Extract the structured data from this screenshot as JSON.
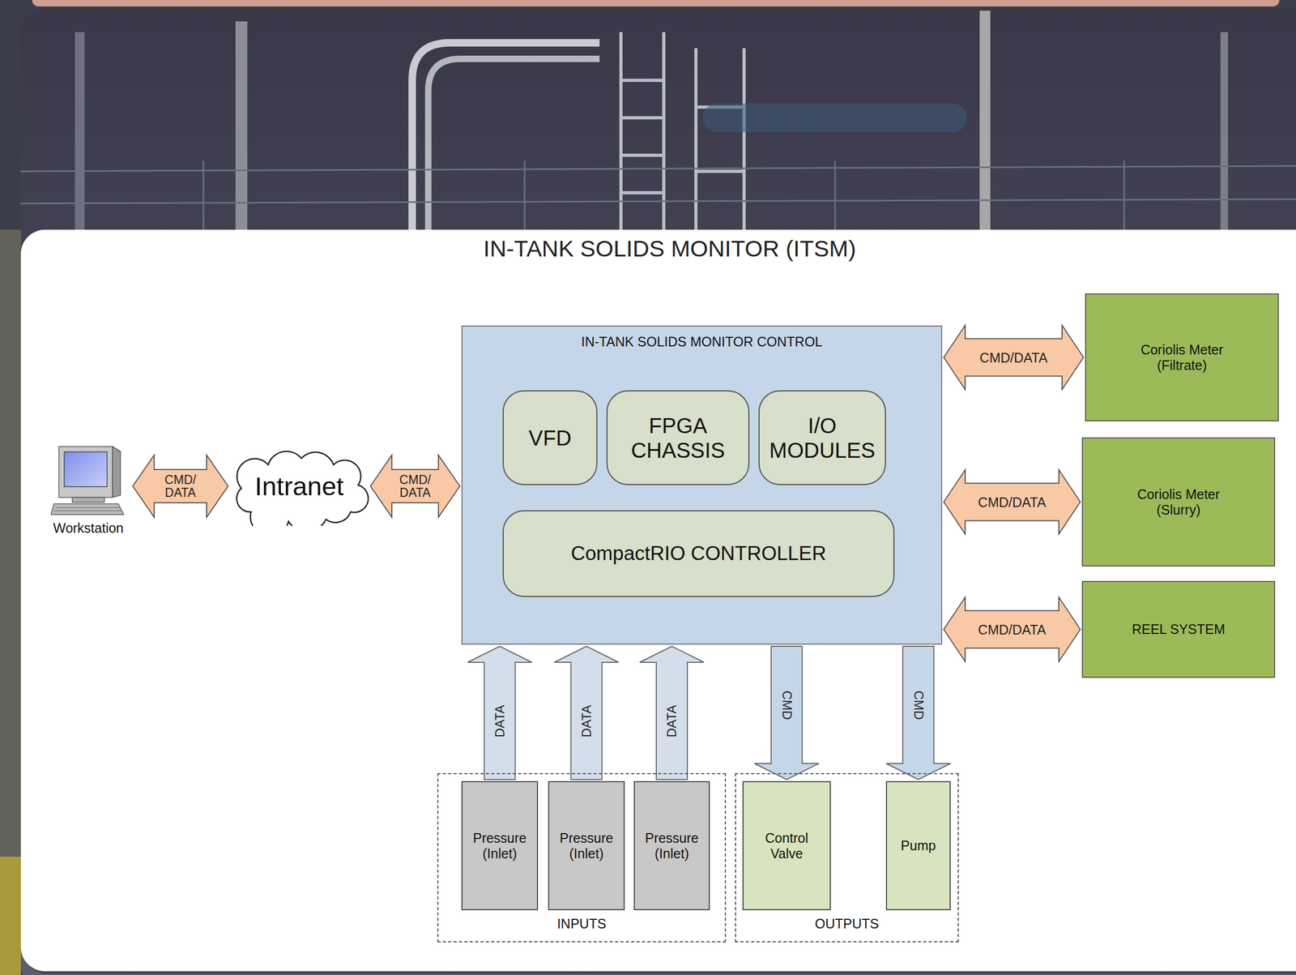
{
  "diagram": {
    "title": "IN-TANK SOLIDS MONITOR (ITSM)",
    "nodes": [
      {
        "text": [
          "Workstation"
        ]
      },
      {
        "text": [
          "Intranet"
        ]
      },
      {
        "text": [
          "IN-TANK SOLIDS MONITOR CONTROL"
        ]
      },
      {
        "text": [
          "VFD"
        ],
        "in": 2
      },
      {
        "text": [
          "FPGA CHASSIS"
        ],
        "in": 2
      },
      {
        "text": [
          "I/O MODULES"
        ],
        "in": 2
      },
      {
        "text": [
          "CompactRIO CONTROLLER"
        ],
        "in": 2
      },
      {
        "text": [
          "Coriolis Meter (Filtrate)"
        ]
      },
      {
        "text": [
          "Coriolis Meter (Slurry)"
        ]
      },
      {
        "text": [
          "REEL SYSTEM"
        ]
      },
      {
        "text": [
          "INPUTS"
        ]
      },
      {
        "text": [
          "Pressure (Inlet)"
        ],
        "in": 10
      },
      {
        "text": [
          "Pressure (Inlet)"
        ],
        "in": 10
      },
      {
        "text": [
          "Pressure (Inlet)"
        ],
        "in": 10
      },
      {
        "text": [
          "OUTPUTS"
        ]
      },
      {
        "text": [
          "Control Valve"
        ],
        "in": 14
      },
      {
        "text": [
          "Pump"
        ],
        "in": 14
      }
    ],
    "edges": [
      {
        "from": 0,
        "to": 1,
        "arrow": "both",
        "label": "CMD/ DATA"
      },
      {
        "from": 1,
        "to": 2,
        "arrow": "both",
        "label": "CMD/ DATA"
      },
      {
        "from": 2,
        "to": 7,
        "arrow": "both",
        "label": "CMD/DATA"
      },
      {
        "from": 2,
        "to": 8,
        "arrow": "both",
        "label": "CMD/DATA"
      },
      {
        "from": 2,
        "to": 9,
        "arrow": "both",
        "label": "CMD/DATA"
      },
      {
        "from": 11,
        "to": 2,
        "arrow": "to",
        "label": "DATA"
      },
      {
        "from": 12,
        "to": 2,
        "arrow": "to",
        "label": "DATA"
      },
      {
        "from": 13,
        "to": 2,
        "arrow": "to",
        "label": "DATA"
      },
      {
        "from": 2,
        "to": 15,
        "arrow": "to",
        "label": "CMD"
      },
      {
        "from": 2,
        "to": 16,
        "arrow": "to",
        "label": "CMD"
      }
    ]
  }
}
